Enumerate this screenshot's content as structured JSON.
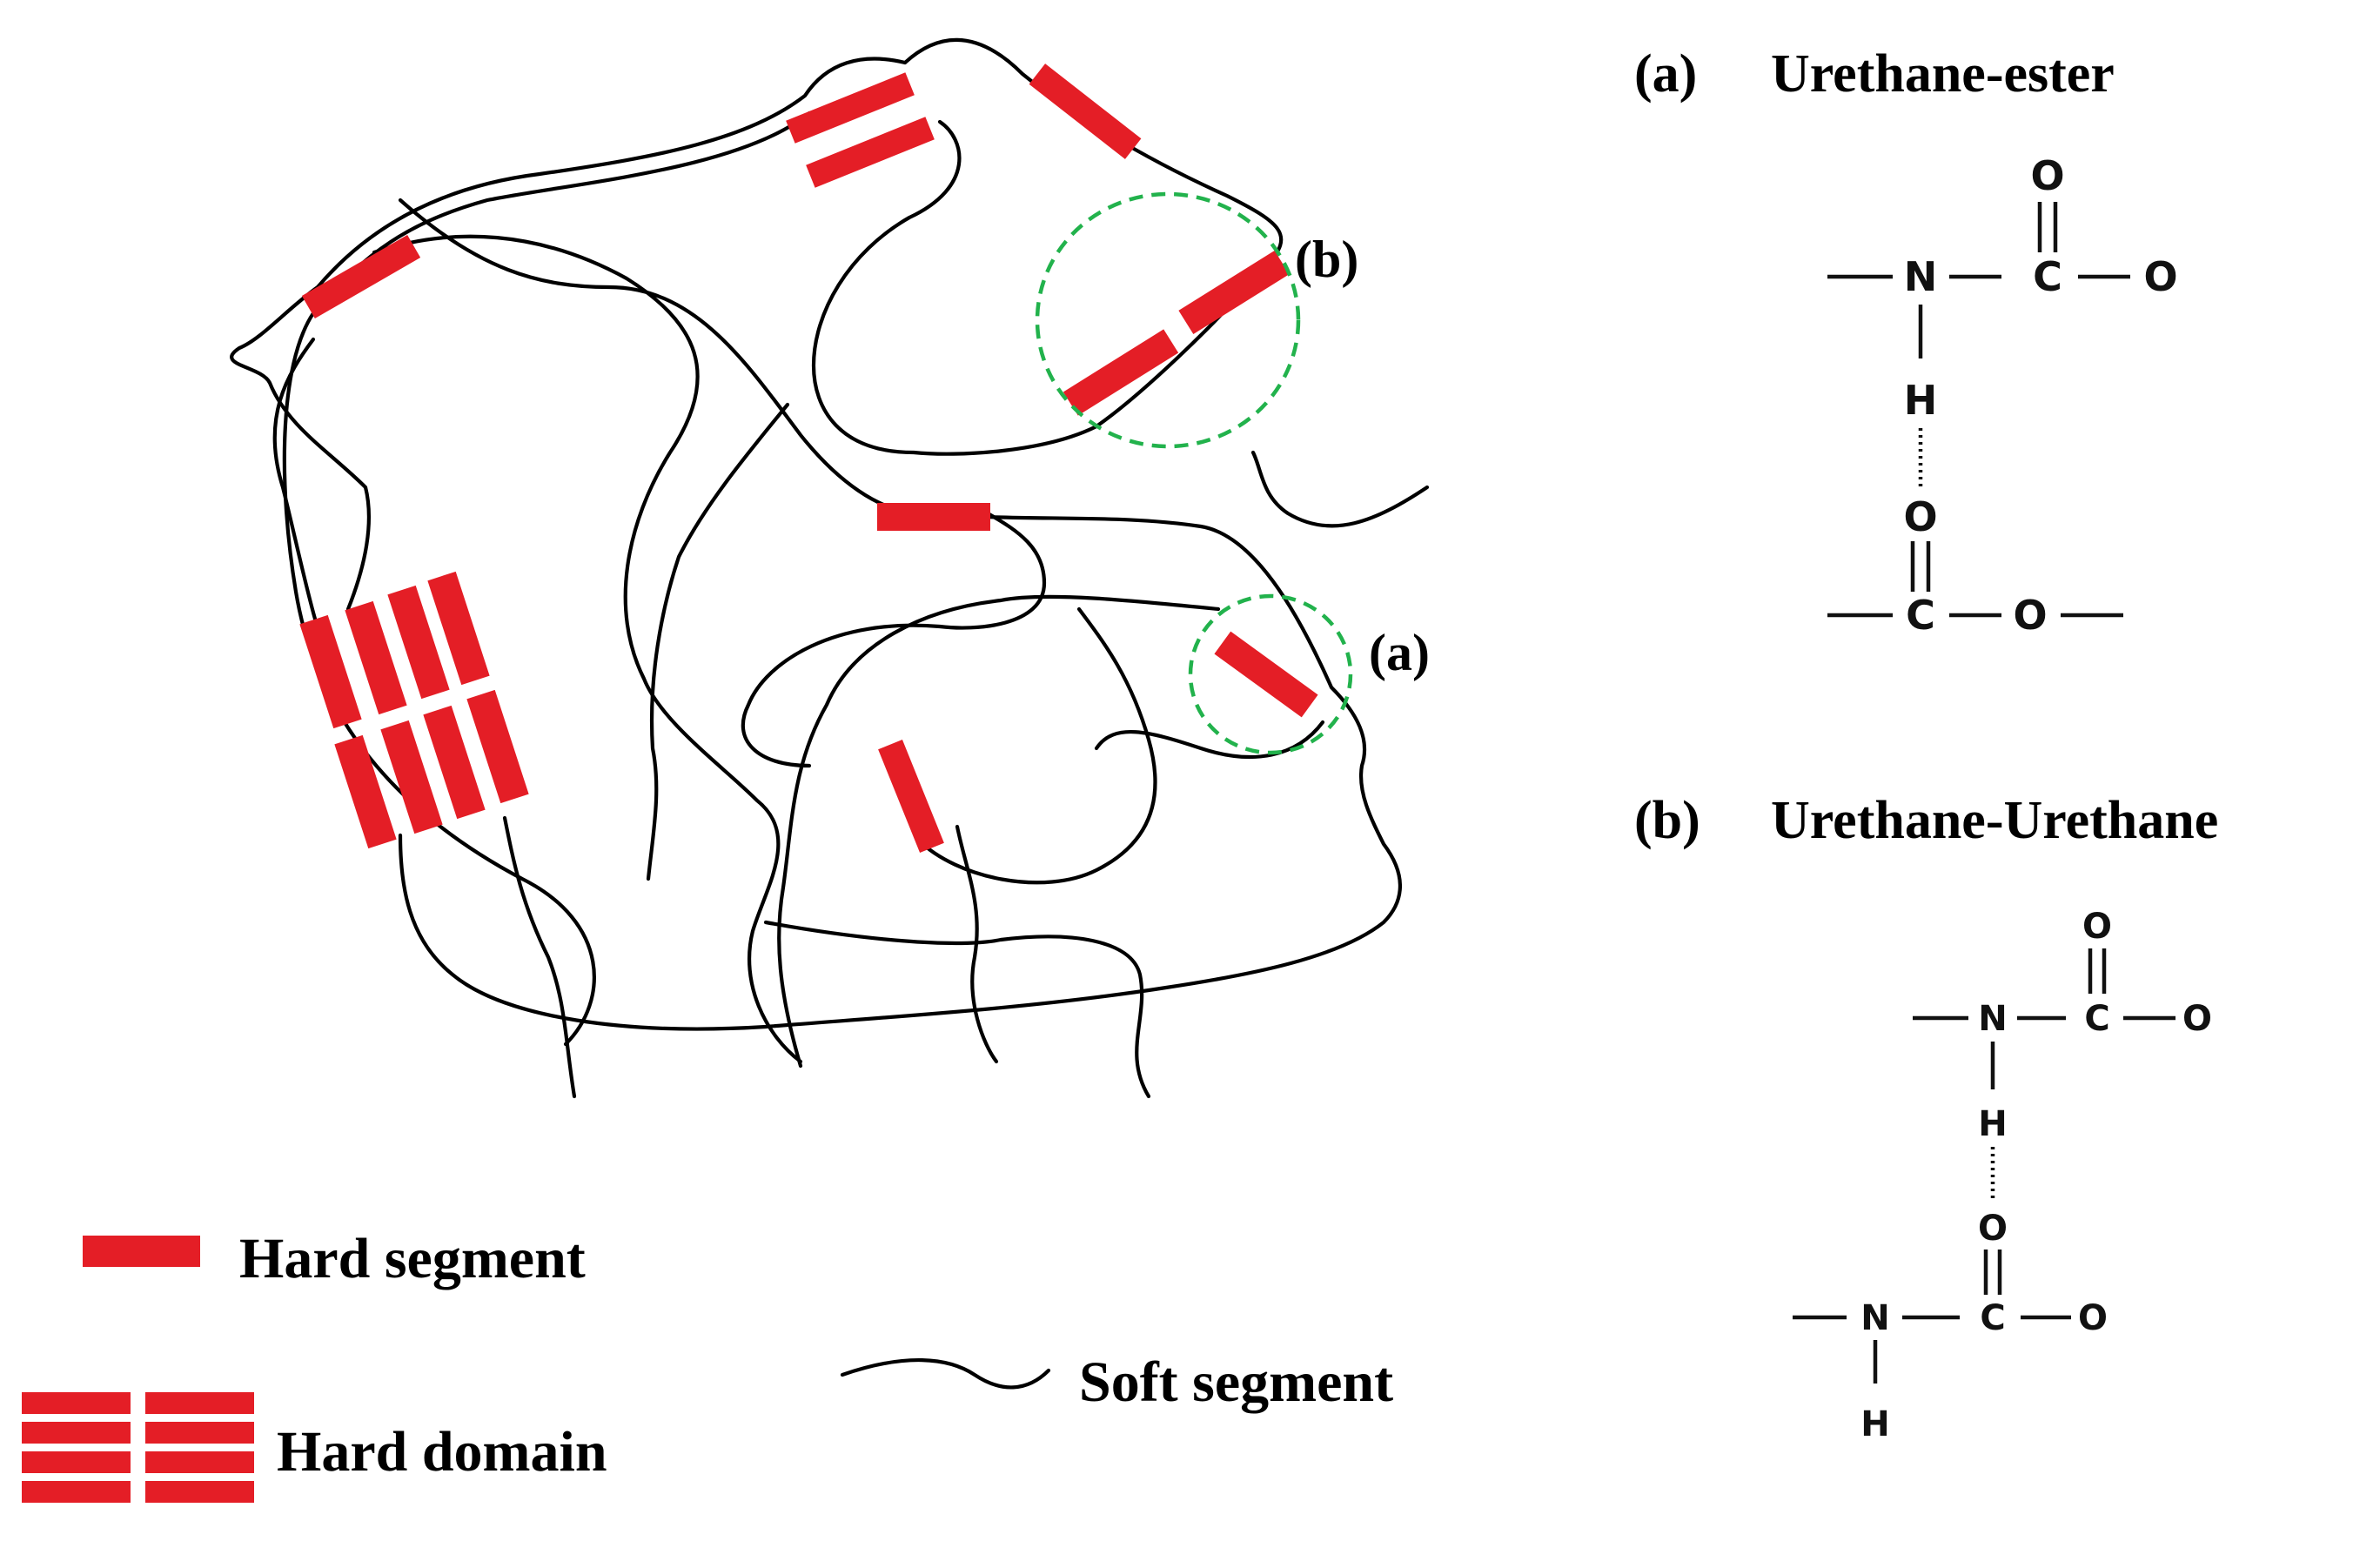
{
  "diagram": {
    "callouts": {
      "a": "(a)",
      "b": "(b)"
    },
    "legend": {
      "hard_segment": "Hard segment",
      "hard_domain": "Hard domain",
      "soft_segment": "Soft segment"
    }
  },
  "panel_a": {
    "tag": "(a)",
    "title": "Urethane-ester",
    "atoms": {
      "n": "N",
      "c1": "C",
      "o_dbl1": "O",
      "o_side1": "O",
      "h": "H",
      "o_dbl2": "O",
      "c2": "C",
      "o_side2": "O"
    }
  },
  "panel_b": {
    "tag": "(b)",
    "title": "Urethane-Urethane",
    "atoms": {
      "n1": "N",
      "c1": "C",
      "o_dbl1": "O",
      "o_side1": "O",
      "h1": "H",
      "o_dbl2": "O",
      "n2": "N",
      "c2": "C",
      "o_side2": "O",
      "h2": "H"
    }
  },
  "colors": {
    "hard_segment": "#e41e26",
    "soft_segment": "#000000",
    "highlight_ring": "#22b24c"
  }
}
